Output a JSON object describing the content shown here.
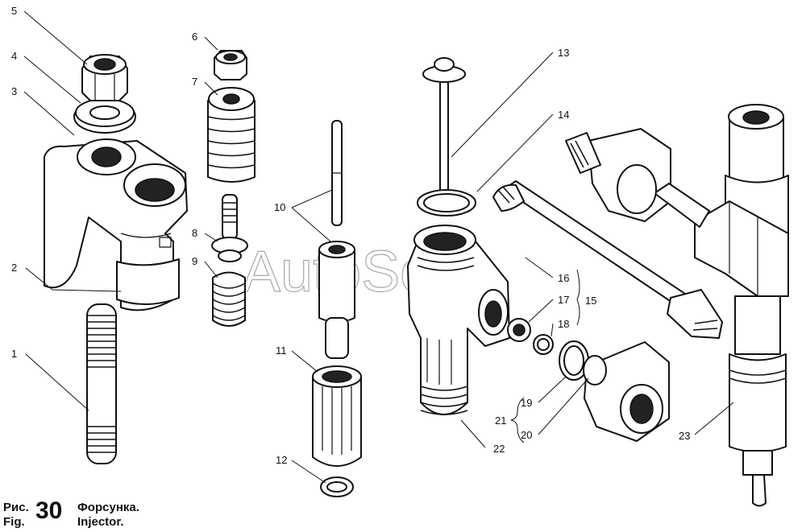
{
  "watermark": "AutoSoft",
  "caption": {
    "prefix_ru": "Рис.",
    "prefix_en": "Fig.",
    "number": "30",
    "title_ru": "Форсунка.",
    "title_en": "Injector."
  },
  "callouts": [
    "1",
    "2",
    "3",
    "4",
    "5",
    "6",
    "7",
    "8",
    "9",
    "10",
    "11",
    "12",
    "13",
    "14",
    "15",
    "16",
    "17",
    "18",
    "19",
    "20",
    "21",
    "22",
    "23"
  ]
}
